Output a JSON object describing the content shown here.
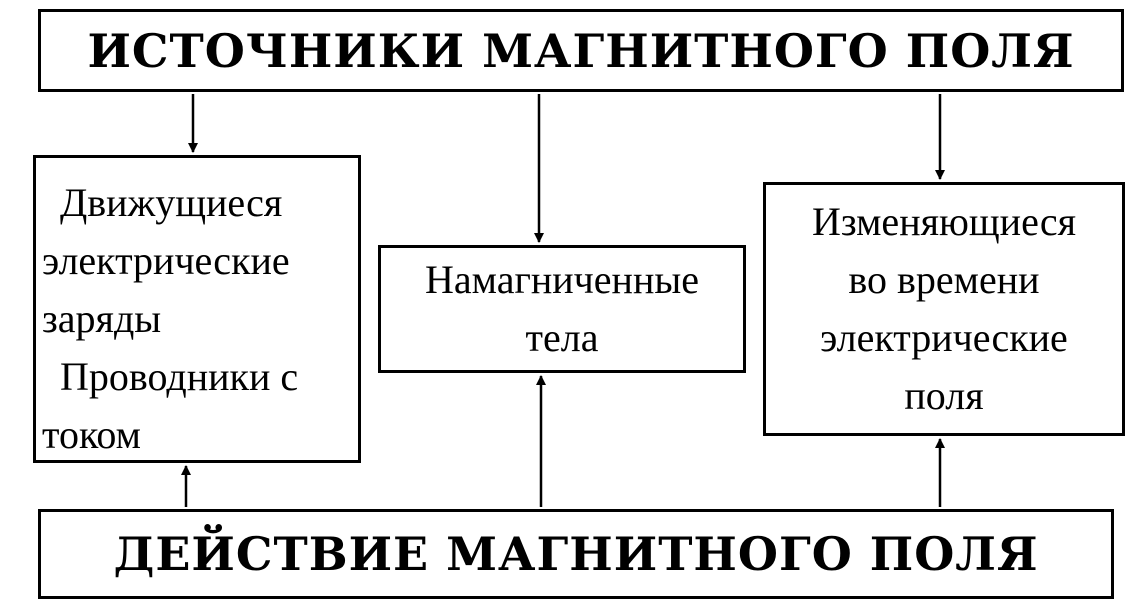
{
  "diagram": {
    "top_title": "ИСТОЧНИКИ МАГНИТНОГО ПОЛЯ",
    "bottom_title": "ДЕЙСТВИЕ МАГНИТНОГО ПОЛЯ",
    "left_box": {
      "line1": "Движущиеся",
      "line2": "электрические",
      "line3": "заряды",
      "line4": "Проводники с",
      "line5": "током"
    },
    "mid_box": {
      "line1": "Намагниченные",
      "line2": "тела"
    },
    "right_box": {
      "line1": "Изменяющиеся",
      "line2": "во времени",
      "line3": "электрические",
      "line4": "поля"
    }
  }
}
